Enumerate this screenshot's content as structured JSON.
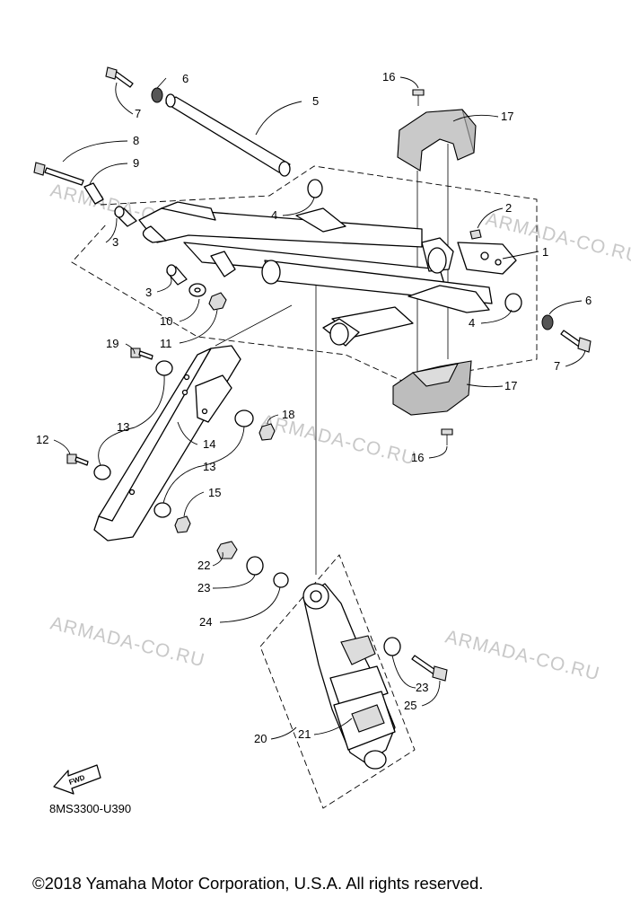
{
  "diagram": {
    "callouts": [
      "1",
      "2",
      "3",
      "3",
      "4",
      "4",
      "5",
      "6",
      "6",
      "7",
      "7",
      "8",
      "9",
      "10",
      "11",
      "12",
      "13",
      "13",
      "13",
      "14",
      "15",
      "16",
      "16",
      "17",
      "17",
      "18",
      "19",
      "20",
      "21",
      "22",
      "23",
      "23",
      "24",
      "25"
    ],
    "watermark": "ARMADA-CO.RU",
    "fwd_label": "FWD",
    "diagram_code": "8MS3300-U390",
    "copyright": "©2018 Yamaha Motor Corporation, U.S.A. All rights reserved."
  }
}
